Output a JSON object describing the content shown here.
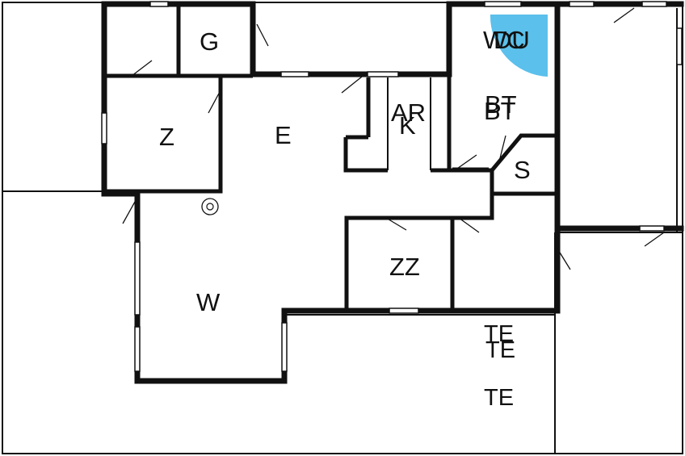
{
  "rooms": {
    "g": "G",
    "z": "Z",
    "e": "E",
    "ar": "AR",
    "k": "K",
    "wc": "WC",
    "du": "DU",
    "bt": "BT",
    "dot_bt": "BT",
    "s": "S",
    "zz": "ZZ",
    "w": "W",
    "te1": "TE",
    "te2": "TE",
    "te3": "TE"
  },
  "colors": {
    "shower": "#5bc0eb",
    "wall": "#111111",
    "background": "#ffffff"
  },
  "icons": [
    "stove-icon"
  ]
}
